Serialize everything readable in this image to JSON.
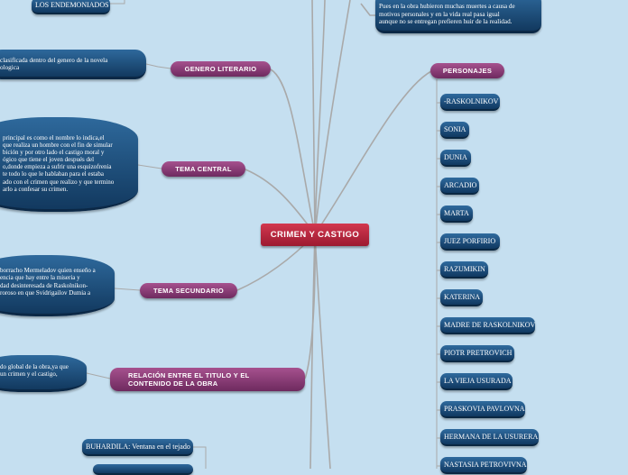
{
  "center": {
    "label": "CRIMEN Y CASTIGO"
  },
  "branches": {
    "genero": {
      "label": "GENERO LITERARIO",
      "detail_lines": [
        "clasificada dentro del genero de la novela",
        "ologica"
      ]
    },
    "tema_central": {
      "label": "TEMA CENTRAL",
      "detail_lines": [
        "principal es como el nombre lo indica,el",
        "que realiza un hombre con el fin de simular",
        "bición y por otro lado el castigo moral y",
        "ógico que tiene el joven después del",
        "o,donde empieza a sufrir una esquizofrenia",
        "te todo lo que le hablaban para el estaba",
        "ado con el crimen que realizo y que termino",
        "arlo a confesar su crimen."
      ]
    },
    "tema_secundario": {
      "label": "TEMA SECUNDARIO",
      "detail_lines": [
        "borracho Mermeladov quien enseño a",
        "encia que hay entre la miseria y",
        "dad desinteresada de Raskolnikon-",
        "roroso en que Svidrigailov Dumia a"
      ]
    },
    "relacion": {
      "label_lines": [
        "RELACIÓN ENTRE EL TITULO Y EL",
        "CONTENIDO DE LA OBRA"
      ],
      "detail_lines": [
        "do global  de la obra,ya que",
        "un crimen y el castigo,"
      ]
    },
    "top_left_leaf": "LOS ENDEMONIADOS",
    "top_right_bubble": {
      "lines": [
        "Pues en la obra hubieron muchas muertes a causa de",
        "motivos personales y en la vida real pasa igual",
        "aunque no se entregan prefieren huir de la realidad."
      ]
    },
    "bottom_leaf": "BUHARDILA: Ventana en el tejado"
  },
  "personajes": {
    "label": "PERSONAJES",
    "items": [
      "-RASKOLNIKOV",
      "SONIA",
      "DUNIA",
      "ARCADIO",
      "MARTA",
      "JUEZ PORFIRIO",
      "RAZUMIKIN",
      "KATERINA",
      "MADRE DE RASKOLNIKOV",
      "PIOTR PRETROVICH",
      "LA VIEJA USURADA",
      "PRASKOVIA PAVLOVNA",
      "HERMANA DE LA USURERA",
      "NASTASIA PETROVIVNA"
    ]
  }
}
